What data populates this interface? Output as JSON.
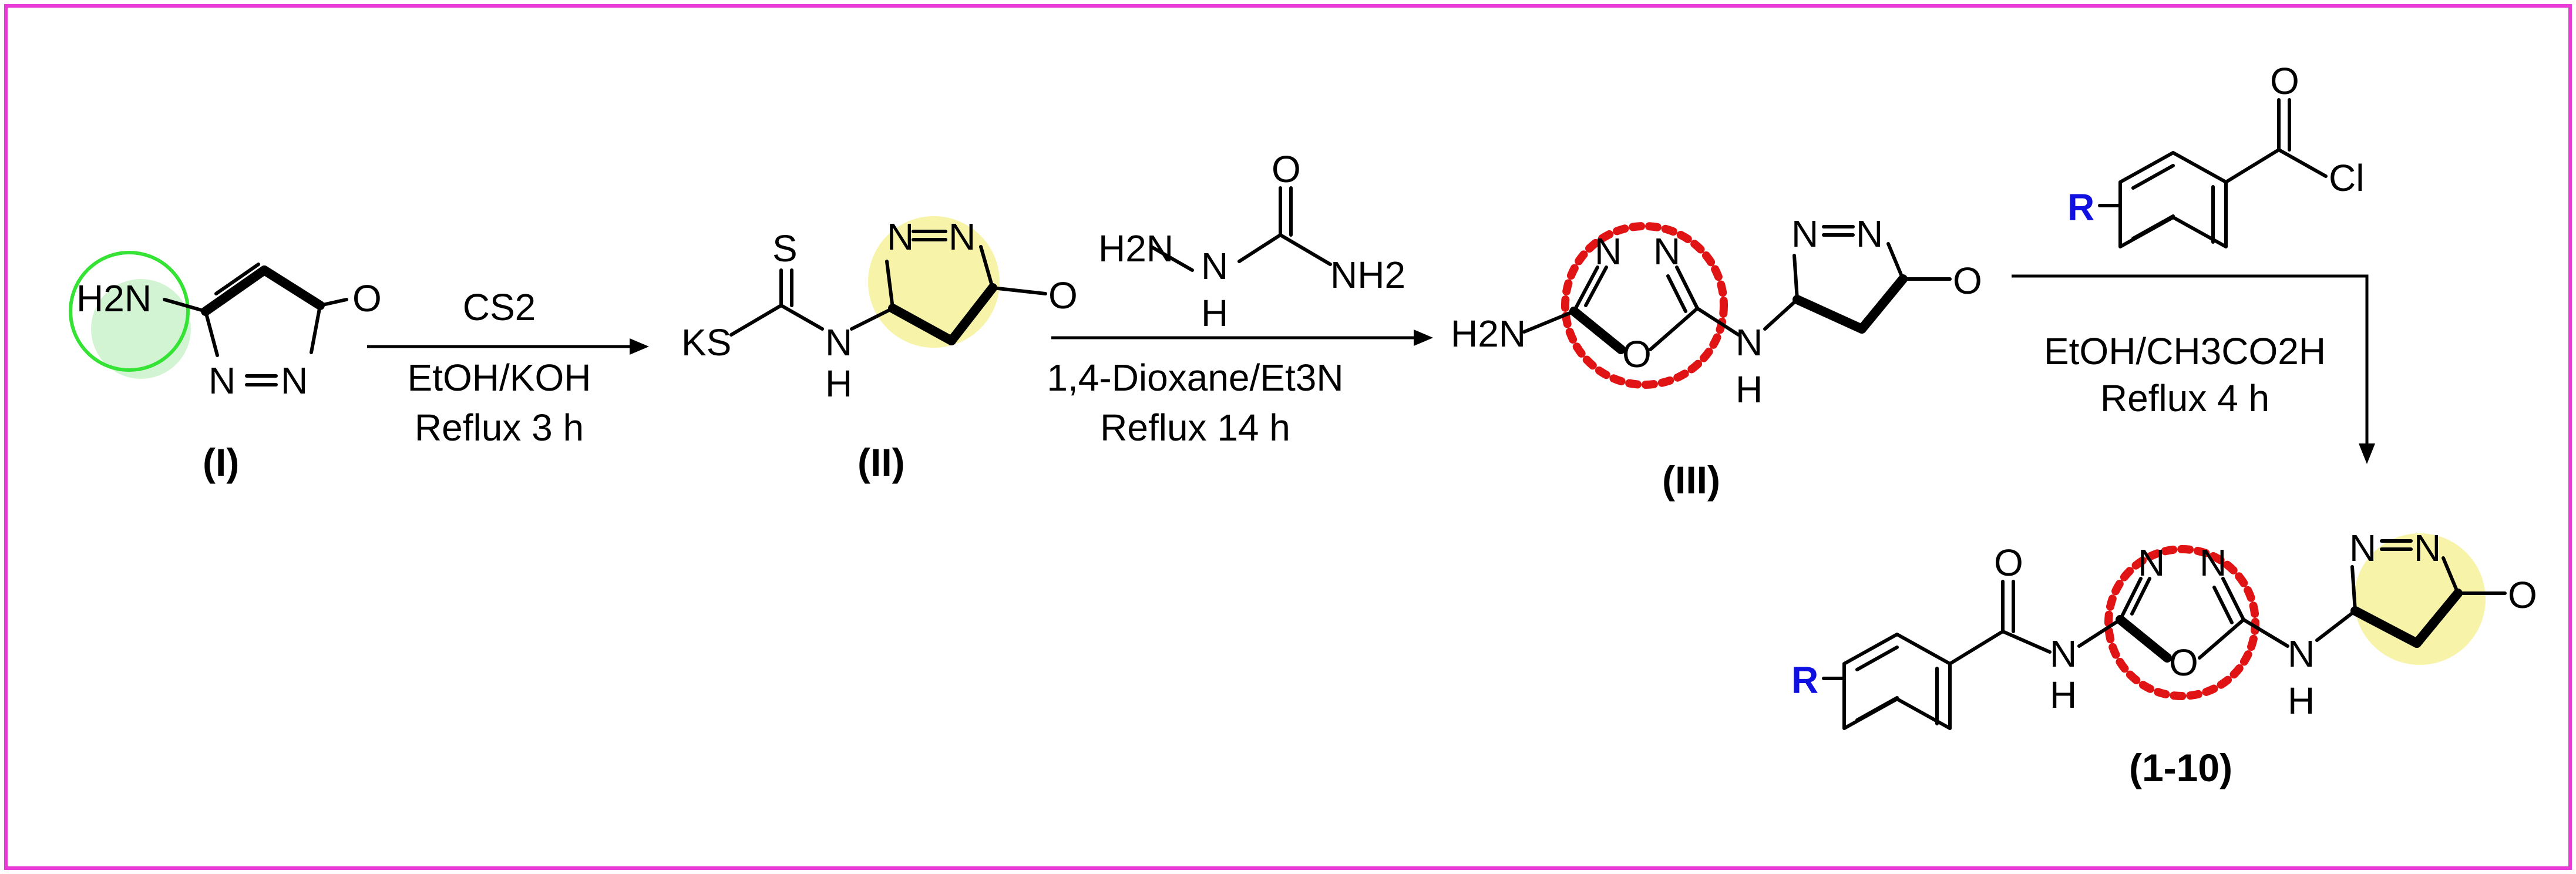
{
  "compounds": {
    "I": {
      "label": "(I)",
      "amine": "H2N",
      "oxo": "O",
      "n1": "N",
      "n2": "N"
    },
    "II": {
      "label": "(II)",
      "ks": "KS",
      "thio": "S",
      "nh": "N",
      "h": "H",
      "n1": "N",
      "n2": "N",
      "oxo": "O"
    },
    "III": {
      "label": "(III)",
      "amine": "H2N",
      "ring_o": "O",
      "ring_n1": "N",
      "ring_n2": "N",
      "nh": "N",
      "h": "H",
      "pz_n1": "N",
      "pz_n2": "N",
      "oxo": "O"
    },
    "final": {
      "label": "(1-10)",
      "r": "R",
      "carbonyl_o": "O",
      "nh1": "N",
      "h1": "H",
      "ring_o": "O",
      "ring_n1": "N",
      "ring_n2": "N",
      "nh2": "N",
      "h2": "H",
      "pz_n1": "N",
      "pz_n2": "N",
      "oxo": "O"
    }
  },
  "reagents": {
    "semicarbazide": {
      "h2n": "H2N",
      "n": "N",
      "h": "H",
      "o": "O",
      "nh2": "NH2"
    },
    "benzoyl_chloride": {
      "r": "R",
      "o": "O",
      "cl": "Cl"
    }
  },
  "steps": {
    "step1": {
      "reagent": "CS2",
      "line1": "EtOH/KOH",
      "line2": "Reflux 3 h"
    },
    "step2": {
      "line1": "1,4-Dioxane/Et3N",
      "line2": "Reflux 14 h"
    },
    "step3": {
      "line1": "EtOH/CH3CO2H",
      "line2": "Reflux 4 h"
    }
  },
  "colors": {
    "frame": "#e83ad6",
    "pyrazolone_highlight": "#f6f29a",
    "amine_highlight": "#34e334",
    "oxadiazole_highlight": "#e01414",
    "substituent_r": "#1010e0"
  }
}
